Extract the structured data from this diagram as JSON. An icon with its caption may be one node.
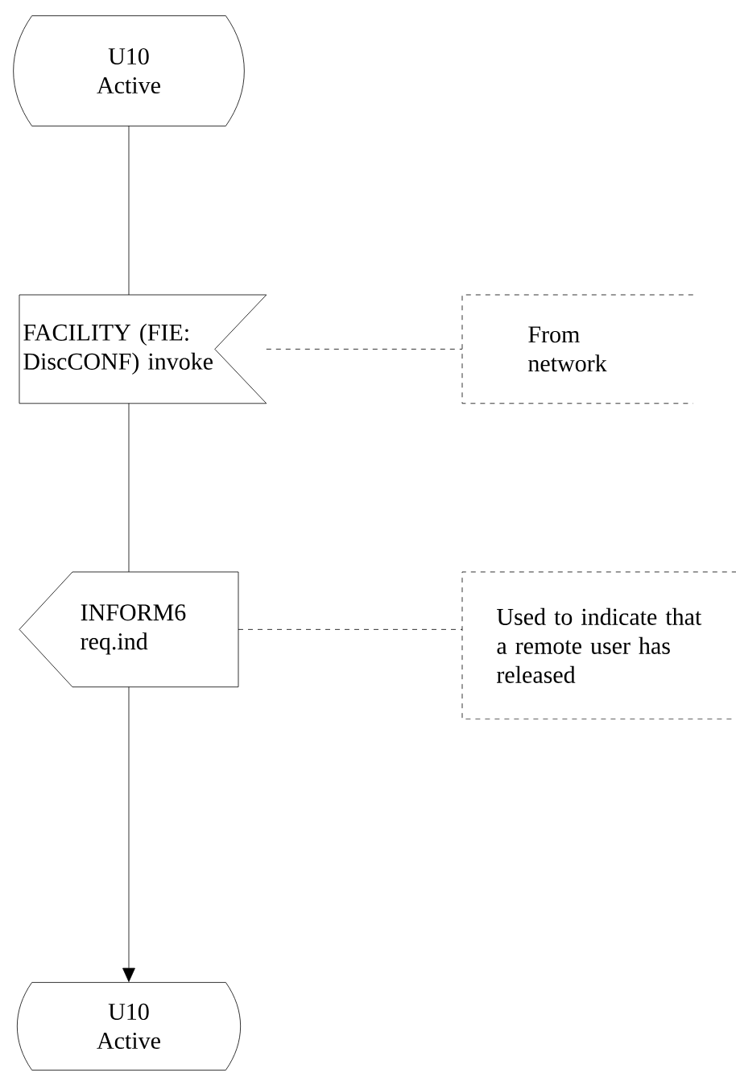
{
  "diagram": {
    "nodes": [
      {
        "text": [
          "U10 Active"
        ]
      },
      {
        "text": [
          "FACILITY (FIE: DiscCONF) invoke"
        ]
      },
      {
        "text": [
          "From network"
        ]
      },
      {
        "text": [
          "INFORM6 req.ind"
        ]
      },
      {
        "text": [
          "Used to indicate that a remote user has released"
        ]
      },
      {
        "text": [
          "U10 Active"
        ]
      }
    ],
    "edges": [
      {
        "from": 0,
        "to": 1,
        "arrow": "none"
      },
      {
        "from": 1,
        "to": 2,
        "arrow": "none",
        "style": "dashed"
      },
      {
        "from": 1,
        "to": 3,
        "arrow": "none"
      },
      {
        "from": 3,
        "to": 4,
        "arrow": "none",
        "style": "dashed"
      },
      {
        "from": 3,
        "to": 5,
        "arrow": "to"
      }
    ]
  }
}
